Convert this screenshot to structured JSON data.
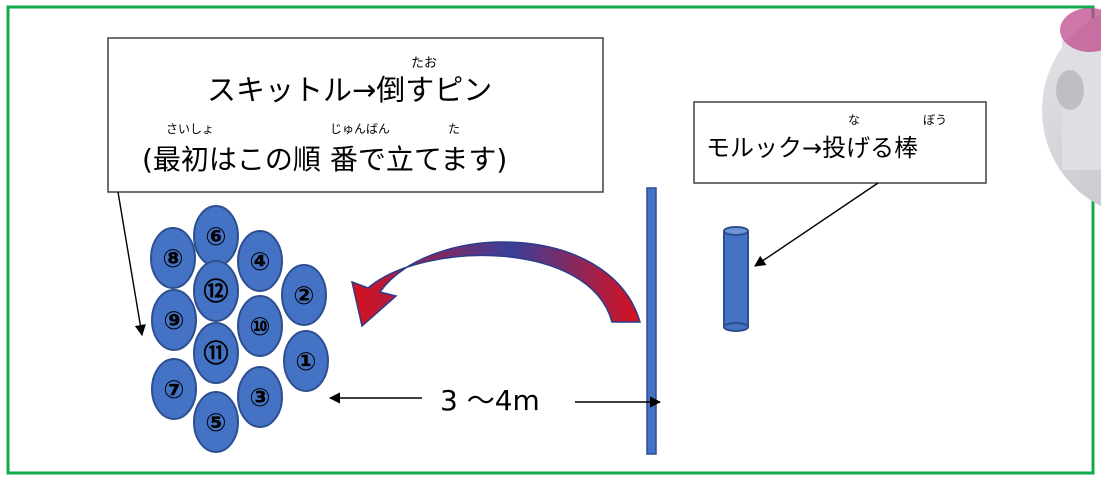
{
  "colors": {
    "frame": "#14a84a",
    "pin_fill": "#4472c4",
    "pin_stroke": "#2e4f8f",
    "arrow_red": "#d9101e",
    "arrow_dark": "#2a3c8a"
  },
  "skittle_box": {
    "line1_main": "スキットル→倒すピン",
    "line1_ruby": "たお",
    "line2_main": "(最初はこの順 番で立てます)",
    "ruby_saisho": "さいしょ",
    "ruby_junban": "じゅんばん",
    "ruby_ta": "た"
  },
  "molkky_box": {
    "main": "モルック→投げる棒",
    "ruby_na": "な",
    "ruby_bou": "ぼう"
  },
  "distance_label": "3 〜4m",
  "pins": [
    "⑧",
    "⑥",
    "④",
    "⑫",
    "②",
    "⑨",
    "⑩",
    "⑪",
    "①",
    "⑦",
    "③",
    "⑤"
  ],
  "icons": {
    "throw_arrow": "curved-arrow-icon",
    "molkky_stick": "cylinder-icon",
    "photo": "photo-thumbnail"
  }
}
